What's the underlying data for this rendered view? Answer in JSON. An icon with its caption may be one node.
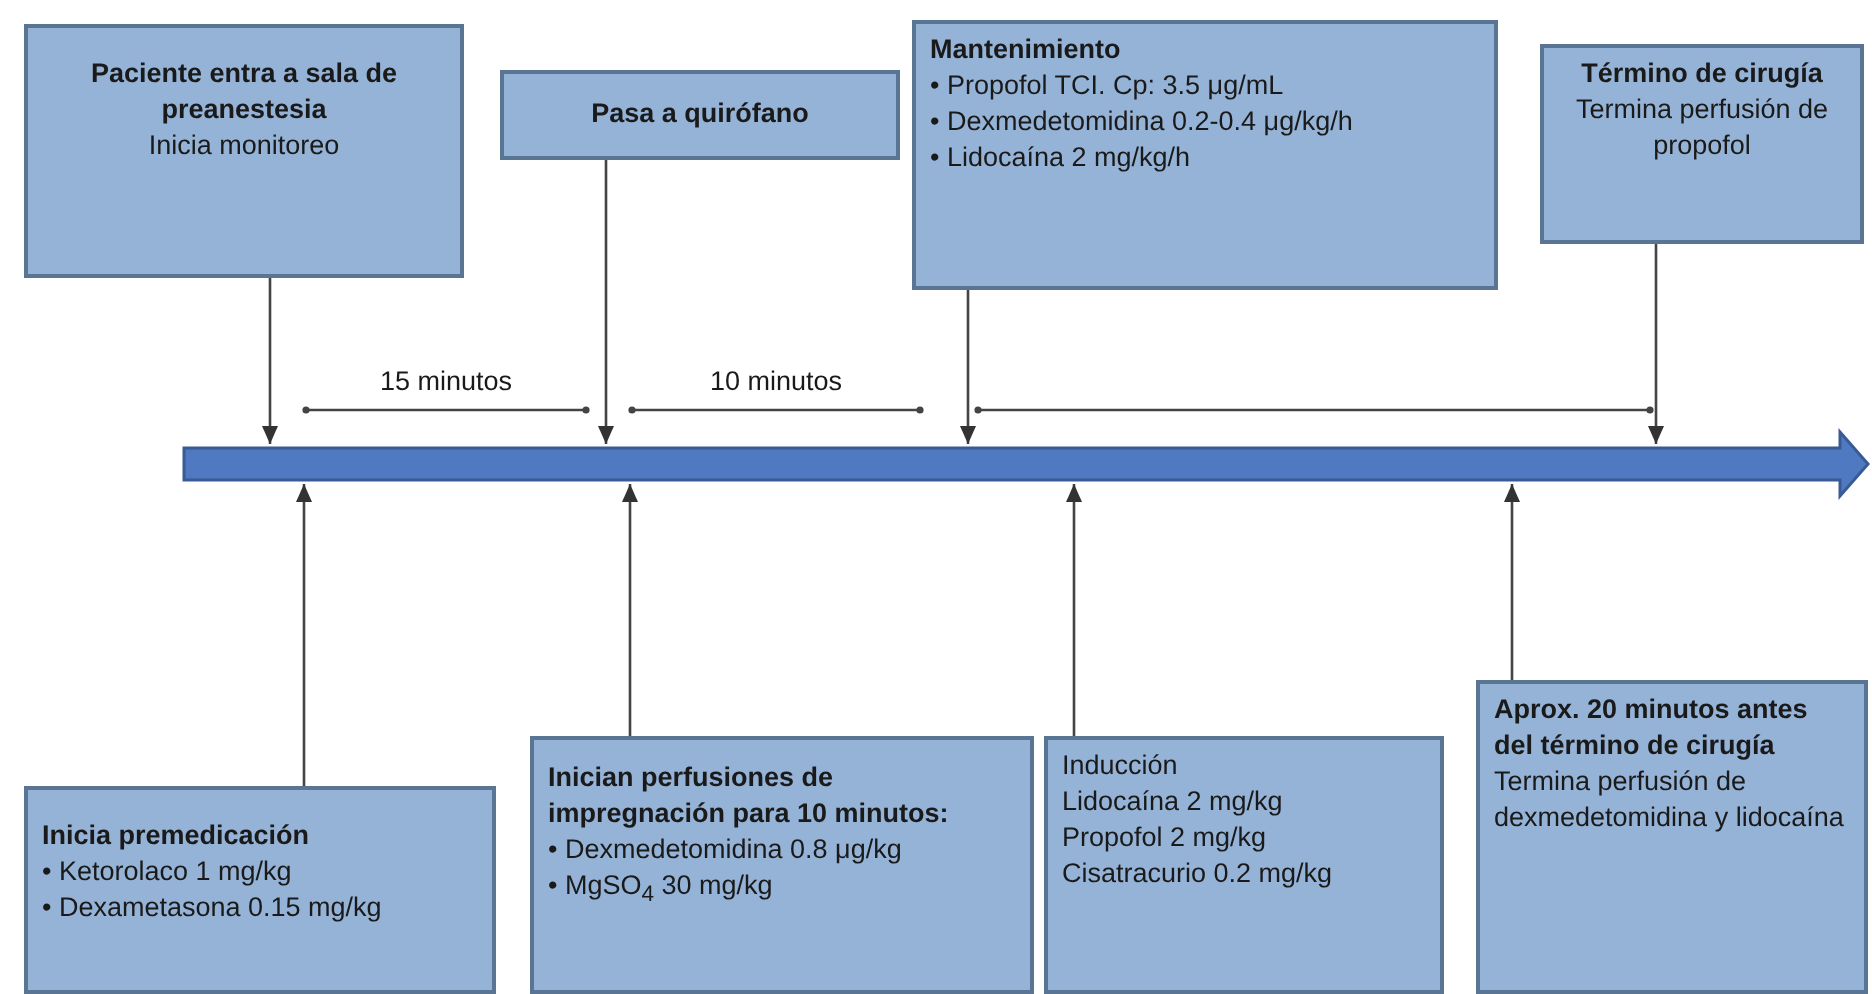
{
  "diagram": {
    "nodes": [
      {
        "text": [
          "Paciente entra a sala de preanestesia",
          "Inicia monitoreo"
        ]
      },
      {
        "text": [
          "Pasa a quirófano"
        ]
      },
      {
        "text": [
          "Mantenimiento",
          "• Propofol TCI. Cp: 3.5 μg/mL",
          "• Dexmedetomidina 0.2-0.4 μg/kg/h",
          "• Lidocaína 2 mg/kg/h"
        ]
      },
      {
        "text": [
          "Término de cirugía",
          "Termina perfusión de propofol"
        ]
      },
      {
        "text": [],
        "shape": "bar"
      },
      {
        "text": [
          "Inicia premedicación",
          "• Ketorolaco 1 mg/kg",
          "• Dexametasona 0.15 mg/kg"
        ]
      },
      {
        "text": [
          "Inician perfusiones de impregnación para 10 minutos:",
          "• Dexmedetomidina 0.8 μg/kg",
          "• MgSO$_{4}$ 30 mg/kg"
        ]
      },
      {
        "text": [
          "Inducción",
          "Lidocaína 2 mg/kg",
          "Propofol 2 mg/kg",
          "Cisatracurio 0.2 mg/kg"
        ]
      },
      {
        "text": [
          "Aprox. 20 minutos antes del término de cirugía",
          "Termina perfusión de dexmedetomidina y lidocaína"
        ]
      }
    ],
    "edges": [
      {
        "from": 0,
        "to": 4,
        "arrow": "to"
      },
      {
        "from": 1,
        "to": 4,
        "arrow": "to"
      },
      {
        "from": 2,
        "to": 4,
        "arrow": "to"
      },
      {
        "from": 3,
        "to": 4,
        "arrow": "to"
      },
      {
        "from": 5,
        "to": 4,
        "arrow": "to"
      },
      {
        "from": 6,
        "to": 4,
        "arrow": "to"
      },
      {
        "from": 7,
        "to": 4,
        "arrow": "to"
      },
      {
        "from": 8,
        "to": 4,
        "arrow": "to"
      }
    ],
    "labels": [
      "15 minutos",
      "10 minutos"
    ]
  }
}
